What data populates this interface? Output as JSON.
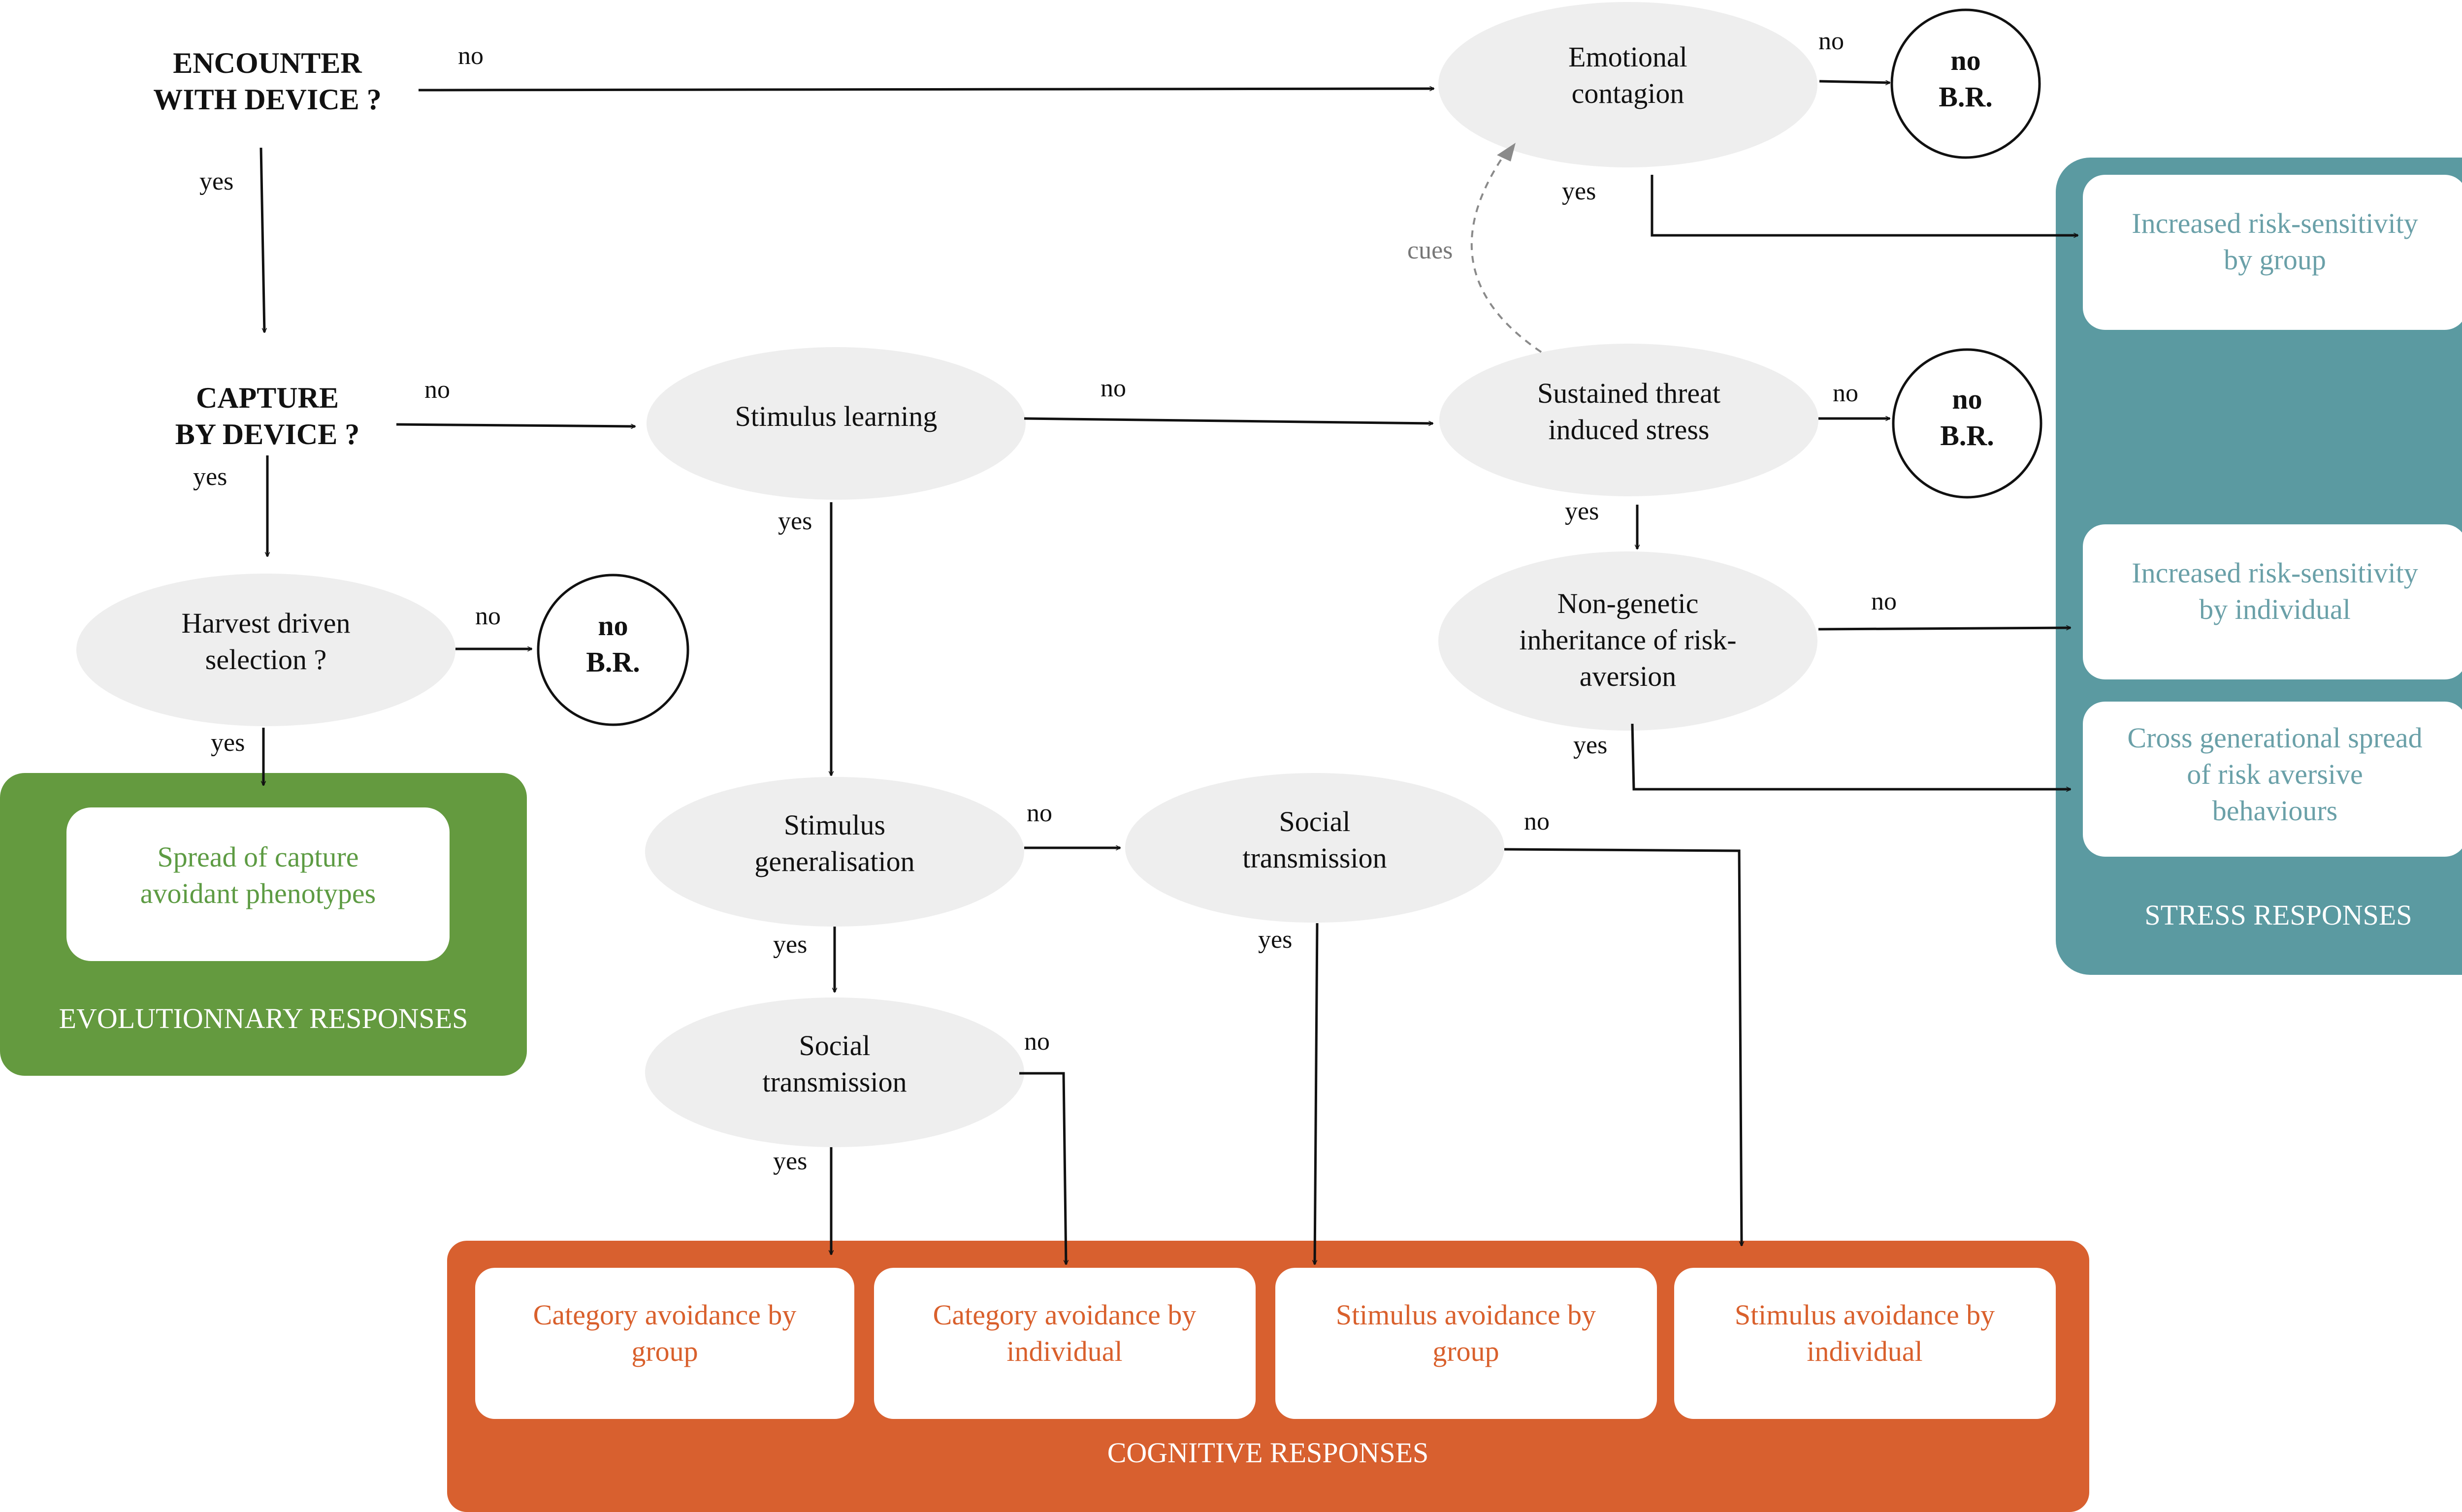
{
  "colors": {
    "evolutionary_panel": "#649a3f",
    "stress_panel": "#5b9aa1",
    "cognitive_panel": "#d8602f",
    "ellipse_fill": "#eeeeee",
    "evolutionary_text": "#5d9b43",
    "stress_text": "#6aa0a8",
    "cognitive_text": "#d9602c"
  },
  "questions": {
    "encounter": [
      "ENCOUNTER",
      "WITH DEVICE ?"
    ],
    "capture": [
      "CAPTURE",
      "BY DEVICE ?"
    ]
  },
  "nodes": {
    "harvest": [
      "Harvest driven",
      "selection ?"
    ],
    "stimulus_learning": [
      "Stimulus learning"
    ],
    "emotional_contagion": [
      "Emotional",
      "contagion"
    ],
    "sustained_threat": [
      "Sustained threat",
      "induced stress"
    ],
    "non_genetic": [
      "Non-genetic",
      "inheritance of risk-",
      "aversion"
    ],
    "stimulus_generalisation": [
      "Stimulus",
      "generalisation"
    ],
    "social_transmission_1": [
      "Social",
      "transmission"
    ],
    "social_transmission_2": [
      "Social",
      "transmission"
    ]
  },
  "no_response": [
    "no",
    "B.R."
  ],
  "edge_labels": {
    "yes": "yes",
    "no": "no",
    "cues": "cues"
  },
  "panels": {
    "evolutionary": {
      "title": "EVOLUTIONNARY RESPONSES",
      "items": [
        [
          "Spread of capture",
          "avoidant phenotypes"
        ]
      ]
    },
    "stress": {
      "title": "STRESS RESPONSES",
      "items": [
        [
          "Increased risk-sensitivity",
          "by group"
        ],
        [
          "Increased risk-sensitivity",
          "by individual"
        ],
        [
          "Cross generational spread",
          "of risk aversive",
          "behaviours"
        ]
      ]
    },
    "cognitive": {
      "title": "COGNITIVE RESPONSES",
      "items": [
        [
          "Category avoidance by",
          "group"
        ],
        [
          "Category avoidance by",
          "individual"
        ],
        [
          "Stimulus avoidance by",
          "group"
        ],
        [
          "Stimulus avoidance by",
          "individual"
        ]
      ]
    }
  }
}
